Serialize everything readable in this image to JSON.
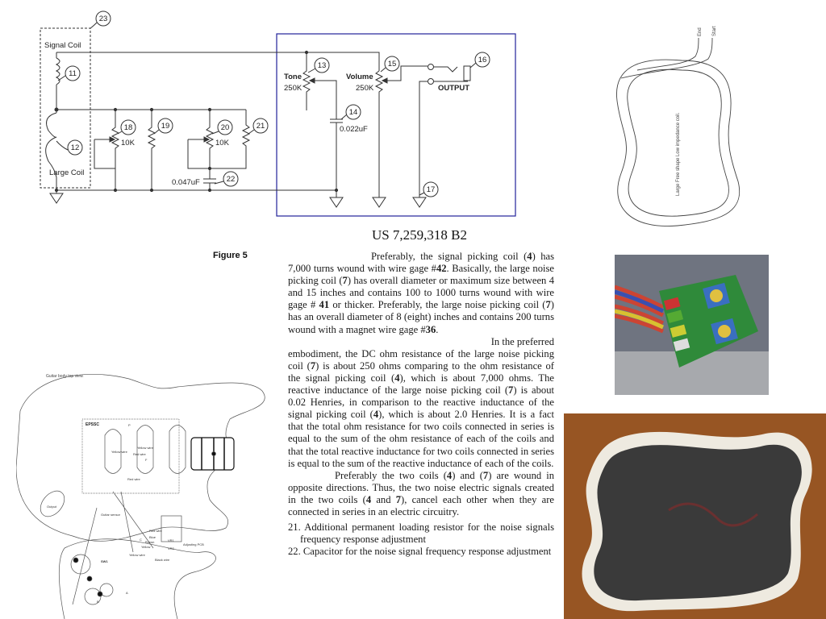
{
  "schematic": {
    "labels": {
      "signal_coil": "Signal Coil",
      "large_coil": "Large Coil",
      "tone": "Tone",
      "tone_value": "250K",
      "volume": "Volume",
      "volume_value": "250K",
      "output": "OUTPUT",
      "pot18_value": "10K",
      "pot20_value": "10K",
      "cap22_value": "0.047uF",
      "cap14_value": "0.022uF"
    },
    "refs": [
      "23",
      "11",
      "12",
      "18",
      "19",
      "20",
      "21",
      "22",
      "13",
      "14",
      "15",
      "16",
      "17"
    ],
    "box_color": "#22229a"
  },
  "patent_number": "US 7,259,318 B2",
  "figure_label": "Figure 5",
  "coil_diagram": {
    "caption": "Large Free shape Low impedance coil.",
    "end_label": "End",
    "start_label": "Start"
  },
  "guitar_diagram": {
    "title": "Guitar body top view.",
    "labels": [
      "EPSSC",
      "P",
      "F",
      "Yellow wire",
      "Yellow wire",
      "Red wire",
      "Red wire",
      "Output",
      "Guitar sensor",
      "Red wire",
      "C",
      "Blue",
      "Brown",
      "Yellow",
      "Yellow wire",
      "VR1",
      "VR2",
      "Adjusting PCB",
      "Black wire",
      "SW1",
      "A",
      "B"
    ]
  },
  "text": {
    "p1": [
      {
        "t": "Preferably, the signal picking coil (",
        "b": false
      },
      {
        "t": "4",
        "b": true
      },
      {
        "t": ") has 7,000 turns wound with wire gage #",
        "b": false
      },
      {
        "t": "42",
        "b": true
      },
      {
        "t": ". Basically, the large noise picking coil (",
        "b": false
      },
      {
        "t": "7",
        "b": true
      },
      {
        "t": ") has overall diameter or maximum size between 4 and 15 inches and contains 100 to 1000 turns wound with wire gage # ",
        "b": false
      },
      {
        "t": "41",
        "b": true
      },
      {
        "t": " or thicker. Preferably, the large noise picking coil (",
        "b": false
      },
      {
        "t": "7",
        "b": true
      },
      {
        "t": ") has an overall diameter of 8 (eight) inches and contains 200 turns wound with a magnet wire gage #",
        "b": false
      },
      {
        "t": "36",
        "b": true
      },
      {
        "t": ".",
        "b": false
      }
    ],
    "p2_head": "In the preferred",
    "p2": [
      {
        "t": "embodiment, the DC ohm resistance of the large noise picking coil (",
        "b": false
      },
      {
        "t": "7",
        "b": true
      },
      {
        "t": ") is about 250 ohms comparing to the ohm resistance of the signal picking coil (",
        "b": false
      },
      {
        "t": "4",
        "b": true
      },
      {
        "t": "), which is about 7,000 ohms. The reactive inductance of the large noise picking coil (",
        "b": false
      },
      {
        "t": "7",
        "b": true
      },
      {
        "t": ") is about 0.02 Henries, in comparison to the reactive inductance of the signal picking coil (",
        "b": false
      },
      {
        "t": "4",
        "b": true
      },
      {
        "t": "), which is about 2.0 Henries. It is a fact that the total ohm resistance for two coils connected in series is equal to the sum of the ohm resistance of each of the coils and that the total reactive inductance for two coils connected in series is equal to the sum of the reactive inductance of each of the coils.",
        "b": false
      }
    ],
    "p3": [
      {
        "t": "Preferably the two coils (",
        "b": false
      },
      {
        "t": "4",
        "b": true
      },
      {
        "t": ") and (",
        "b": false
      },
      {
        "t": "7",
        "b": true
      },
      {
        "t": ") are wound in opposite directions. Thus, the two noise electric signals created in the two coils (",
        "b": false
      },
      {
        "t": "4",
        "b": true
      },
      {
        "t": " and ",
        "b": false
      },
      {
        "t": "7",
        "b": true
      },
      {
        "t": "), cancel each other when they are connected in series in an electric circuitry.",
        "b": false
      }
    ],
    "list": [
      "21. Additional permanent loading resistor for the noise signals frequency response adjustment",
      "22. Capacitor for the noise signal frequency response adjustment"
    ]
  },
  "photos": {
    "pcb_board_color": "#2f8a3a",
    "trimmer_color": "#3a6fc0",
    "wood_color": "#8a4a1c",
    "foam_color": "#3a3a3a"
  }
}
